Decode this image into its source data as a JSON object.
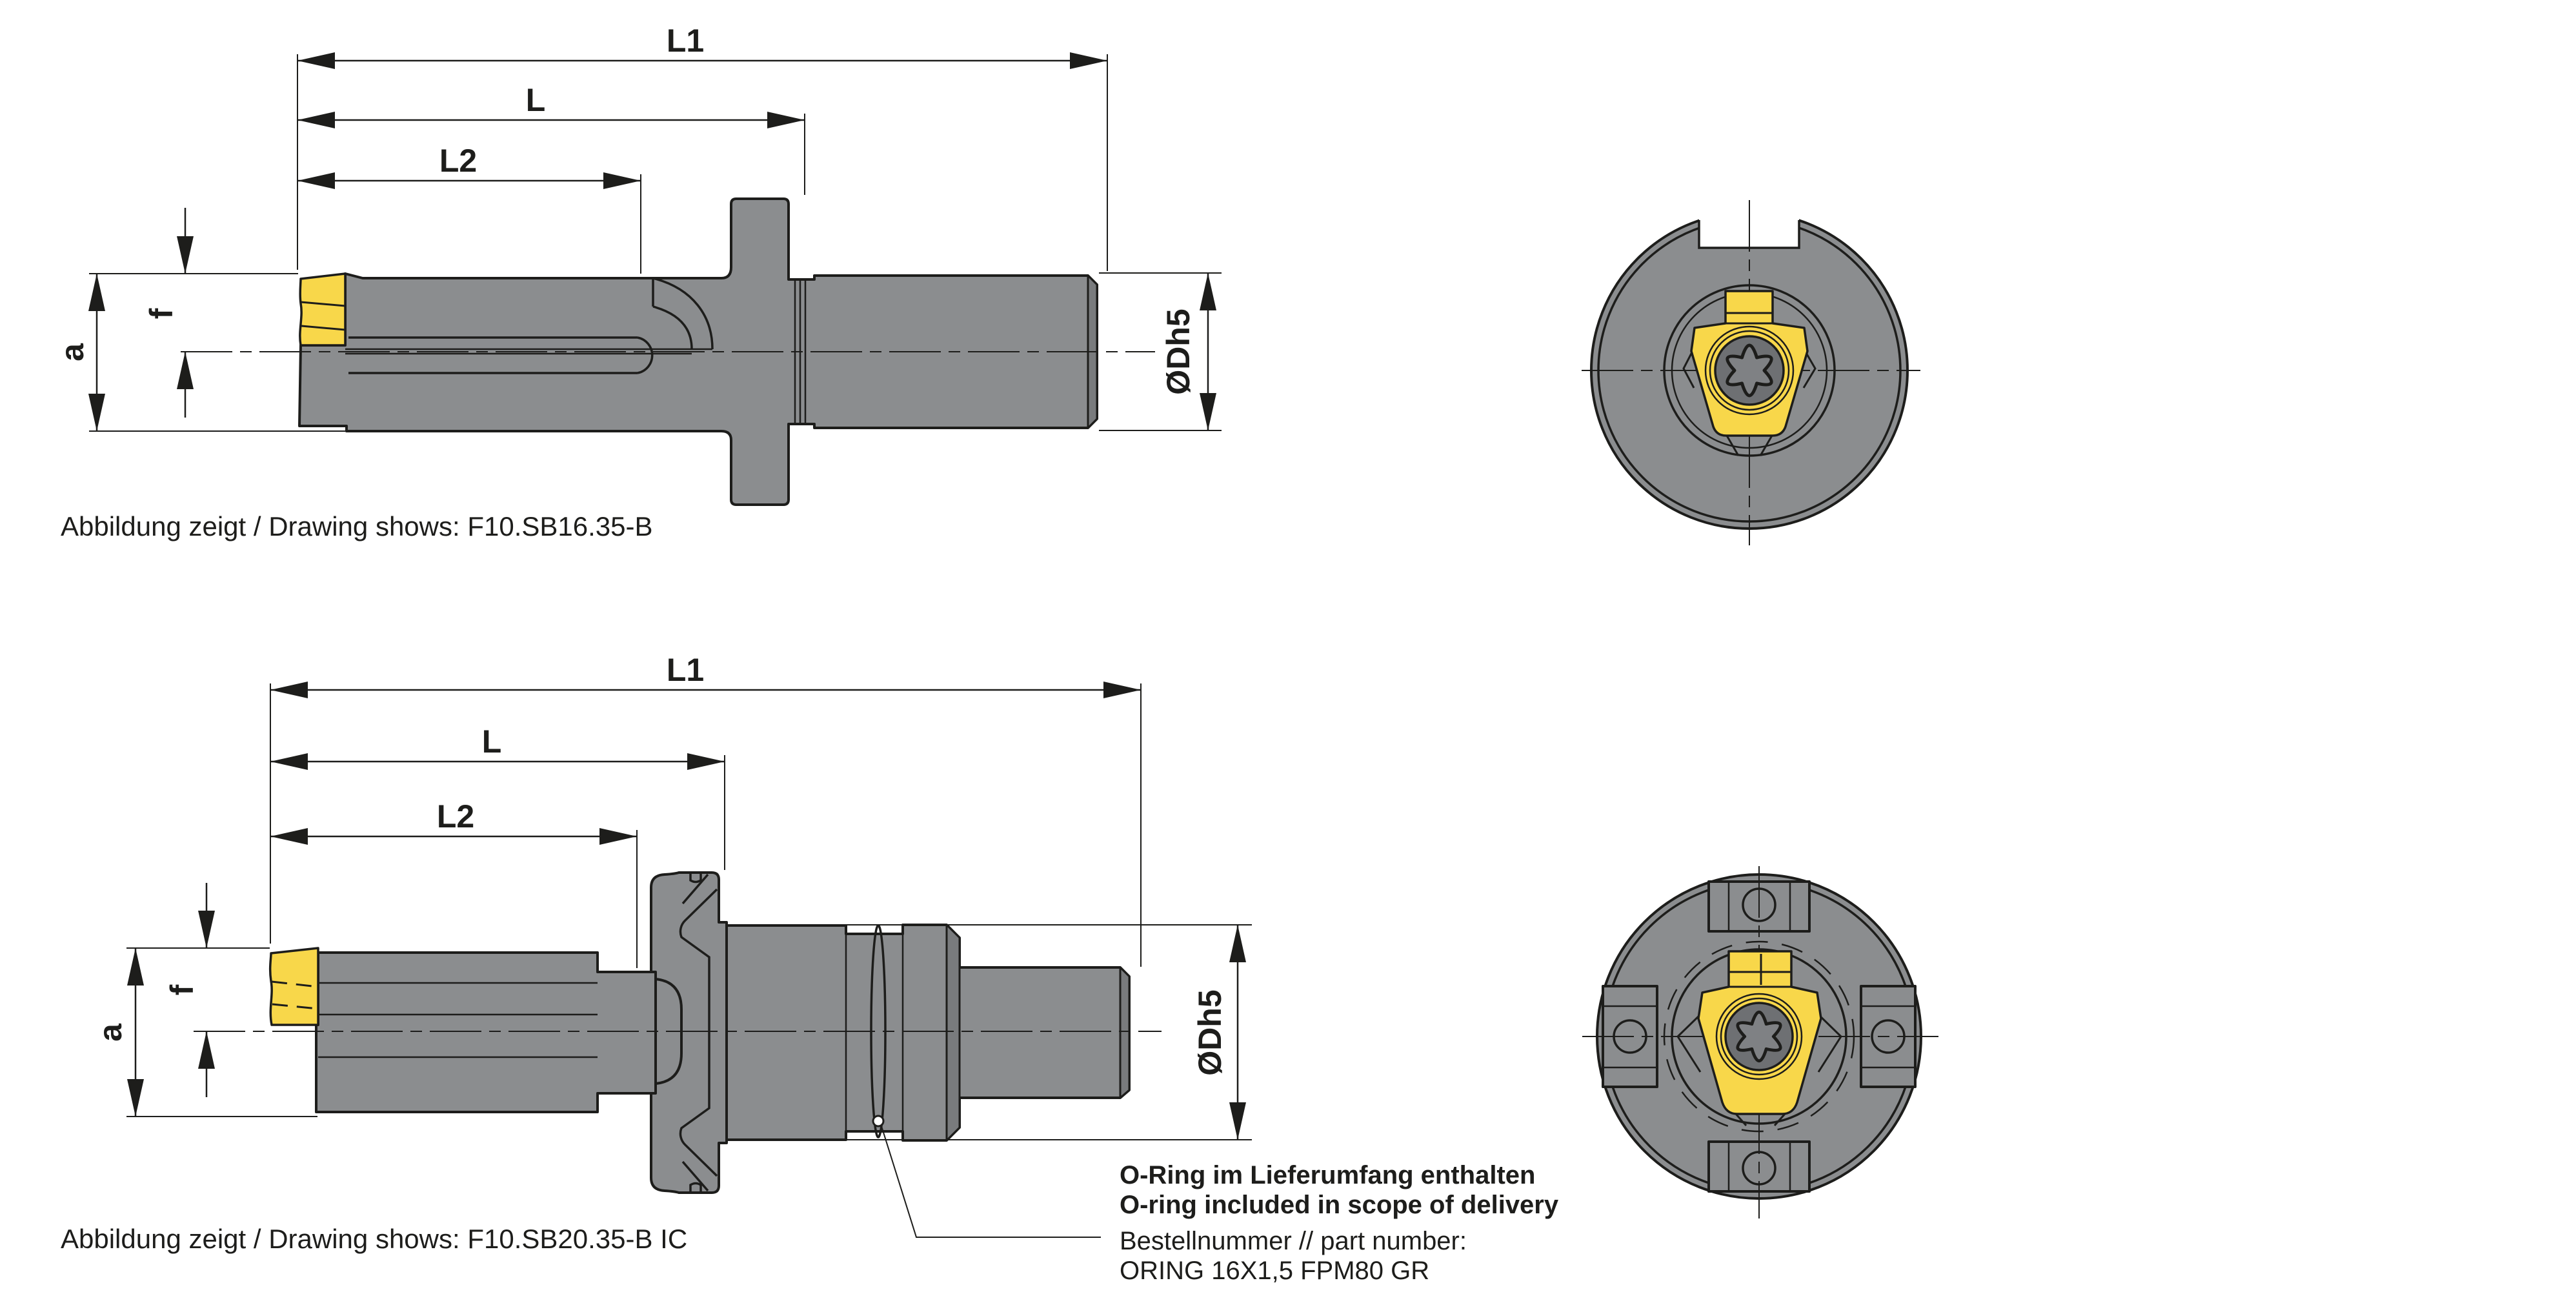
{
  "captions": {
    "upper": "Abbildung zeigt / Drawing shows: F10.SB16.35-B",
    "lower": "Abbildung zeigt / Drawing shows: F10.SB20.35-B IC"
  },
  "dims": {
    "l1": "L1",
    "l": "L",
    "l2": "L2",
    "a": "a",
    "f": "f",
    "dia": "ØDh5"
  },
  "oring_note": {
    "de_bold": "O-Ring im Lieferumfang enthalten",
    "en_bold": "O-ring included in scope of delivery",
    "order_label": "Bestellnummer // part number:",
    "order_number": "ORING 16X1,5 FPM80 GR"
  },
  "colors": {
    "background": "#ffffff",
    "line_black": "#1d1d1b",
    "body_gray": "#8b8d8f",
    "facet_gray": "#797b7d",
    "insert_yellow": "#f8d74a",
    "screw_disc_gray": "#6e7073",
    "screw_star_gray": "#7f8184"
  }
}
